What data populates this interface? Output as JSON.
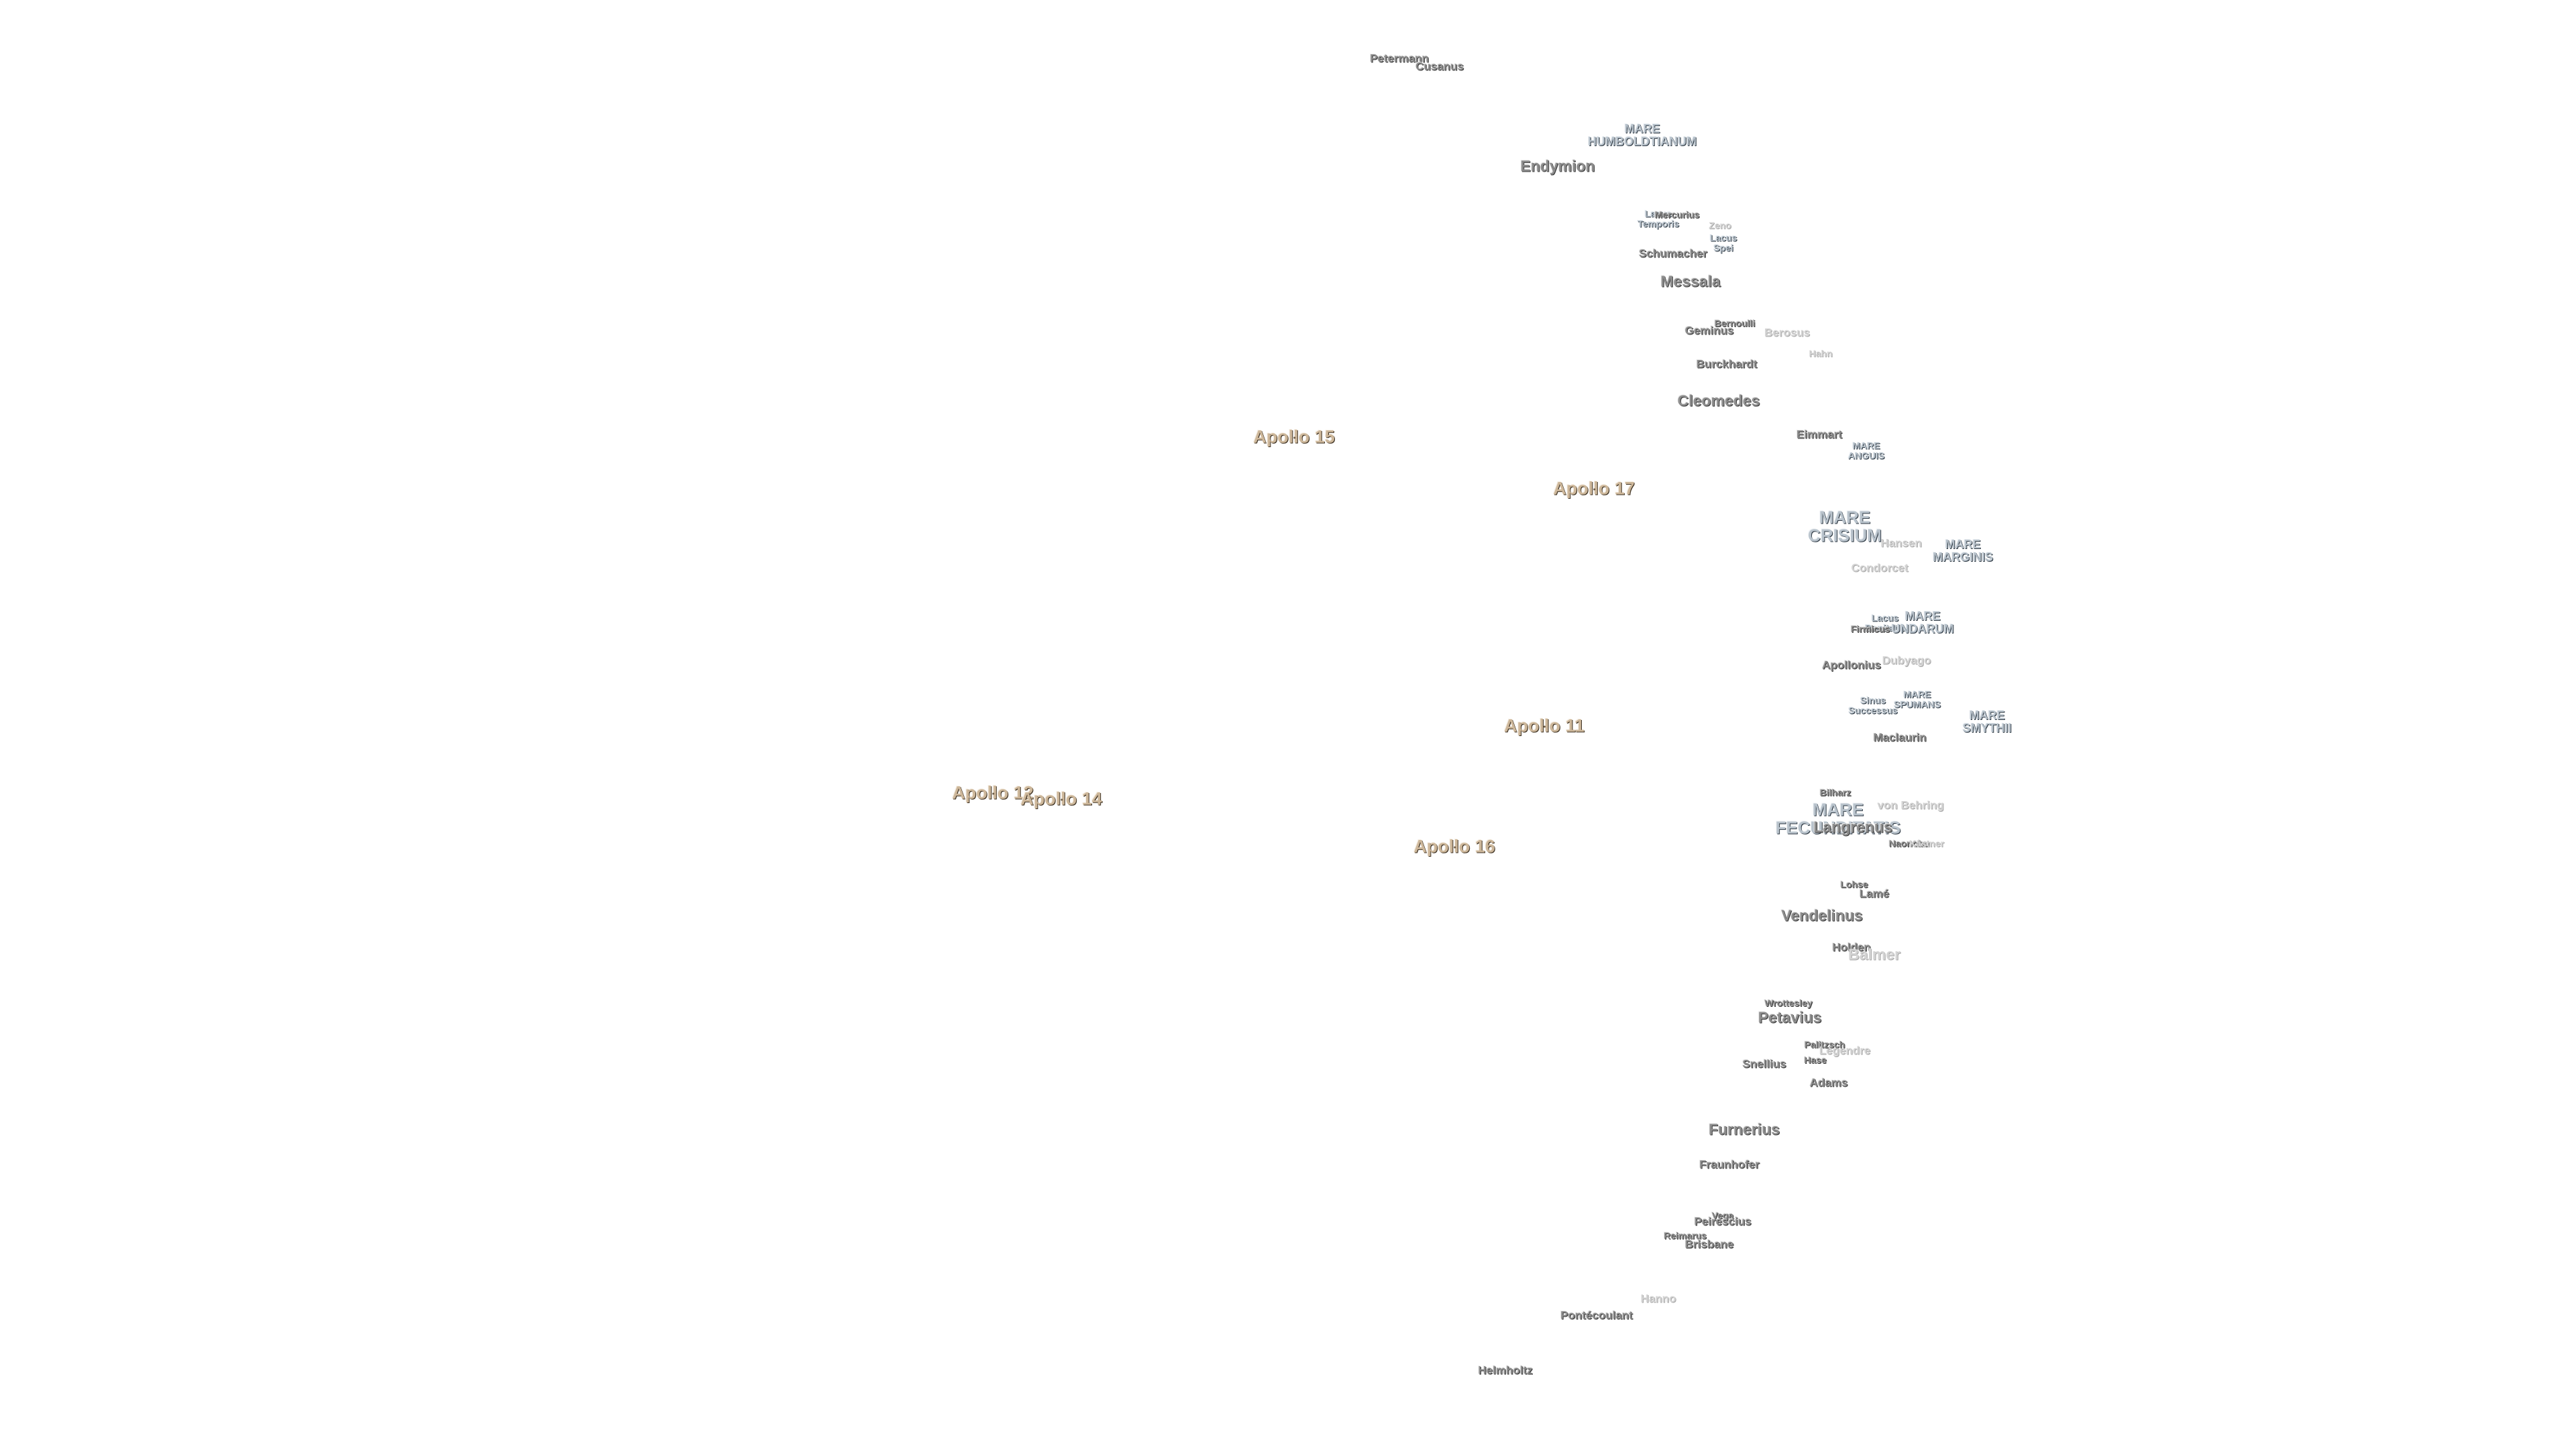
{
  "apollo_sites": [
    {
      "id": "apollo-15",
      "label": "Apollo 15"
    },
    {
      "id": "apollo-17",
      "label": "Apollo 17"
    },
    {
      "id": "apollo-11",
      "label": "Apollo 11"
    },
    {
      "id": "apollo-12",
      "label": "Apollo 12"
    },
    {
      "id": "apollo-14",
      "label": "Apollo 14"
    },
    {
      "id": "apollo-16",
      "label": "Apollo 16"
    }
  ],
  "maria": [
    {
      "id": "mare-humboldtianum",
      "label": "MARE\nHUMBOLDTIANUM"
    },
    {
      "id": "lacus-temporis",
      "label": "Lacus\nTemporis"
    },
    {
      "id": "lacus-spei",
      "label": "Lacus\nSpei"
    },
    {
      "id": "mare-anguis",
      "label": "MARE\nANGUIS"
    },
    {
      "id": "mare-crisium",
      "label": "MARE\nCRISIUM"
    },
    {
      "id": "mare-marginis",
      "label": "MARE\nMARGINIS"
    },
    {
      "id": "lacus-bonitatis",
      "label": "Lacus\nBonitatis"
    },
    {
      "id": "mare-undarum",
      "label": "MARE\nUNDARUM"
    },
    {
      "id": "sinus-successus",
      "label": "Sinus\nSuccessus"
    },
    {
      "id": "mare-spumans",
      "label": "MARE\nSPUMANS"
    },
    {
      "id": "mare-smythii",
      "label": "MARE\nSMYTHII"
    },
    {
      "id": "mare-fecunditatis",
      "label": "MARE\nFECUNDITATIS"
    }
  ],
  "craters": [
    {
      "id": "petermann",
      "label": "Petermann"
    },
    {
      "id": "cusanus",
      "label": "Cusanus"
    },
    {
      "id": "endymion",
      "label": "Endymion"
    },
    {
      "id": "mercurius",
      "label": "Mercurius"
    },
    {
      "id": "zeno",
      "label": "Zeno"
    },
    {
      "id": "schumacher",
      "label": "Schumacher"
    },
    {
      "id": "messala",
      "label": "Messala"
    },
    {
      "id": "bernoulli",
      "label": "Bernoulli"
    },
    {
      "id": "geminus",
      "label": "Geminus"
    },
    {
      "id": "berosus",
      "label": "Berosus"
    },
    {
      "id": "hahn",
      "label": "Hahn"
    },
    {
      "id": "burckhardt",
      "label": "Burckhardt"
    },
    {
      "id": "cleomedes",
      "label": "Cleomedes"
    },
    {
      "id": "eimmart",
      "label": "Eimmart"
    },
    {
      "id": "hansen",
      "label": "Hansen"
    },
    {
      "id": "condorcet",
      "label": "Condorcet"
    },
    {
      "id": "firmicus",
      "label": "Firmicus"
    },
    {
      "id": "apollonius",
      "label": "Apollonius"
    },
    {
      "id": "dubyago",
      "label": "Dubyago"
    },
    {
      "id": "maclaurin",
      "label": "Maclaurin"
    },
    {
      "id": "bilharz",
      "label": "Bilharz"
    },
    {
      "id": "von-behring",
      "label": "von Behring"
    },
    {
      "id": "langrenus",
      "label": "Langrenus"
    },
    {
      "id": "naonobu",
      "label": "Naonobu"
    },
    {
      "id": "kastner",
      "label": "Kästner"
    },
    {
      "id": "lohse",
      "label": "Lohse"
    },
    {
      "id": "lame",
      "label": "Lamé"
    },
    {
      "id": "vendelinus",
      "label": "Vendelinus"
    },
    {
      "id": "holden",
      "label": "Holden"
    },
    {
      "id": "balmer",
      "label": "Balmer"
    },
    {
      "id": "wrottesley",
      "label": "Wrottesley"
    },
    {
      "id": "petavius",
      "label": "Petavius"
    },
    {
      "id": "palitzsch",
      "label": "Palitzsch"
    },
    {
      "id": "legendre",
      "label": "Legendre"
    },
    {
      "id": "hase",
      "label": "Hase"
    },
    {
      "id": "snellius",
      "label": "Snellius"
    },
    {
      "id": "adams",
      "label": "Adams"
    },
    {
      "id": "furnerius",
      "label": "Furnerius"
    },
    {
      "id": "fraunhofer",
      "label": "Fraunhofer"
    },
    {
      "id": "vega",
      "label": "Vega"
    },
    {
      "id": "peirescius",
      "label": "Peirescius"
    },
    {
      "id": "reimarus",
      "label": "Reimarus"
    },
    {
      "id": "brisbane",
      "label": "Brisbane"
    },
    {
      "id": "hanno",
      "label": "Hanno"
    },
    {
      "id": "pontecoulant",
      "label": "Pontécoulant"
    },
    {
      "id": "helmholtz",
      "label": "Helmholtz"
    }
  ]
}
